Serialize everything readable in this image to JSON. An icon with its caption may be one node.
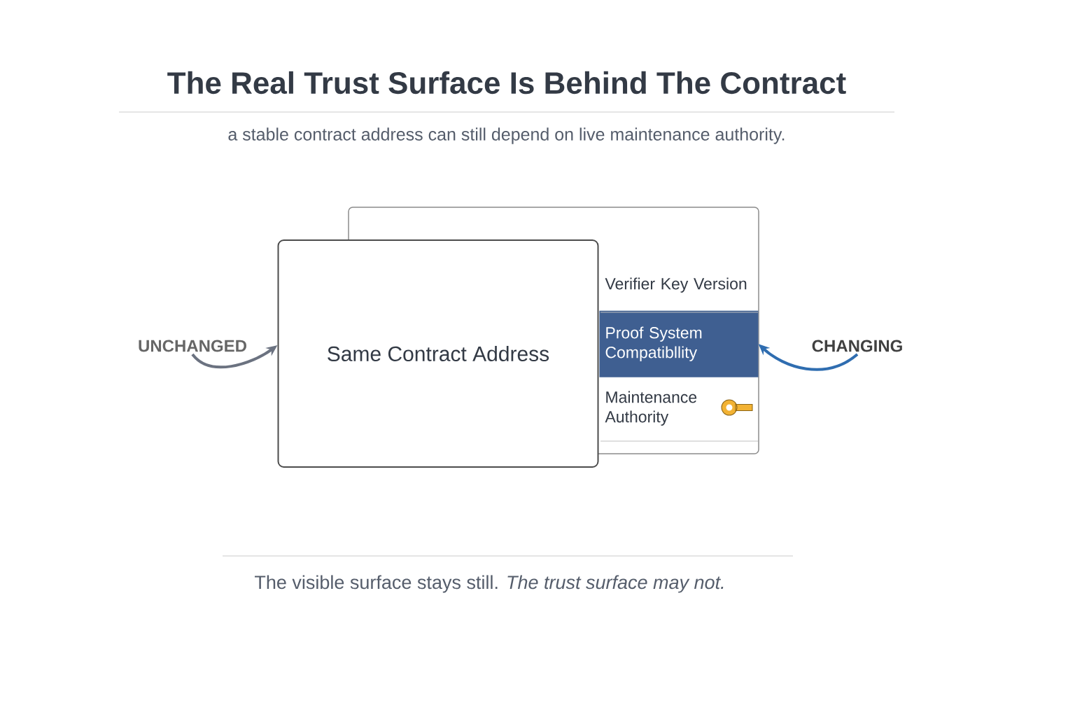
{
  "diagram": {
    "title": "The Real Trust Surface Is Behind The Contract",
    "caption": "The visible surface stays still. *The trust surface may not.*",
    "nodes": [
      {
        "text": [
          "UNCHANGED"
        ]
      },
      {
        "text": [
          "Same Contract Address"
        ]
      },
      {
        "text": [],
        "shape": "box"
      },
      {
        "text": [
          "Verifier Key Version"
        ],
        "in": 2
      },
      {
        "text": [
          "Proof System Compatibllity"
        ],
        "in": 2
      },
      {
        "text": [
          "Maintenance Authority"
        ],
        "in": 2
      },
      {
        "text": [
          "CHANGING"
        ]
      }
    ],
    "edges": [
      {
        "from": 0,
        "to": 1,
        "arrow": "to",
        "color": "#6b7280"
      },
      {
        "from": 6,
        "to": 4,
        "arrow": "to",
        "color": "#2f6db0"
      }
    ],
    "labels": [
      "a stable contract address can still depend on live maintenance authority."
    ]
  }
}
